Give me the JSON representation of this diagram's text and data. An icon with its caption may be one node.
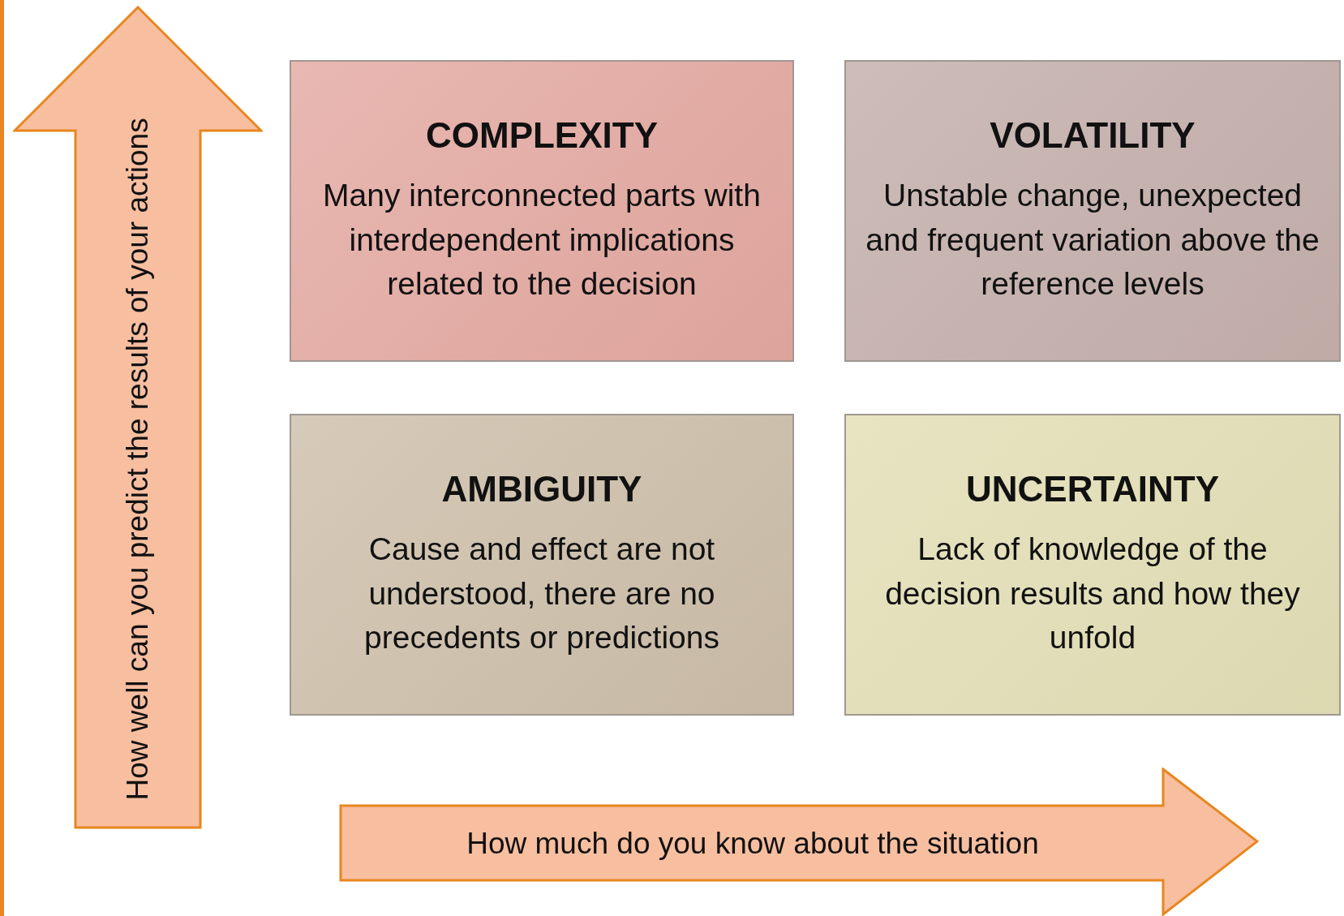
{
  "diagram": {
    "nodes": [
      {
        "text": [
          "How well can you predict the results of your actions"
        ]
      },
      {
        "text": [
          "COMPLEXITY",
          "Many interconnected parts with interdependent implications related to the decision"
        ]
      },
      {
        "text": [
          "VOLATILITY",
          "Unstable change, unexpected and frequent variation above the reference levels"
        ]
      },
      {
        "text": [
          "AMBIGUITY",
          "Cause and effect are not understood, there are no precedents or predictions"
        ]
      },
      {
        "text": [
          "UNCERTAINTY",
          "Lack of knowledge of the decision results and how they unfold"
        ]
      },
      {
        "text": [
          "How much do you know about the situation"
        ]
      }
    ]
  }
}
